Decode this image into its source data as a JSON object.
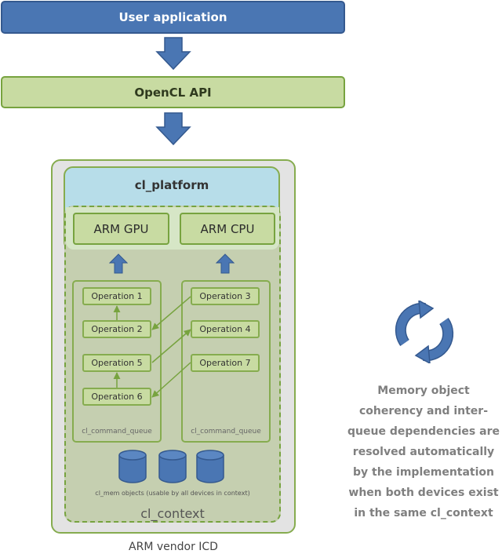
{
  "top": {
    "user_app": "User application",
    "opencl_api": "OpenCL API"
  },
  "platform": {
    "label": "cl_platform",
    "devices": [
      "ARM GPU",
      "ARM CPU"
    ]
  },
  "queues": [
    {
      "ops": [
        "Operation 1",
        "Operation 2",
        "Operation 5",
        "Operation 6"
      ],
      "label": "cl_command_queue"
    },
    {
      "ops": [
        "Operation 3",
        "Operation 4",
        "Operation 7"
      ],
      "label": "cl_command_queue"
    }
  ],
  "memory": {
    "label": "cl_mem objects (usable by all devices in context)"
  },
  "context_label": "cl_context",
  "vendor_label": "ARM vendor ICD",
  "side_note": [
    "Memory object",
    "coherency and inter-",
    "queue dependencies are",
    "resolved automatically",
    "by the implementation",
    "when both devices exist",
    "in the same cl_context"
  ],
  "colors": {
    "arrow_blue": "#4a76b3",
    "dep_arrow_green": "#77a33f"
  }
}
